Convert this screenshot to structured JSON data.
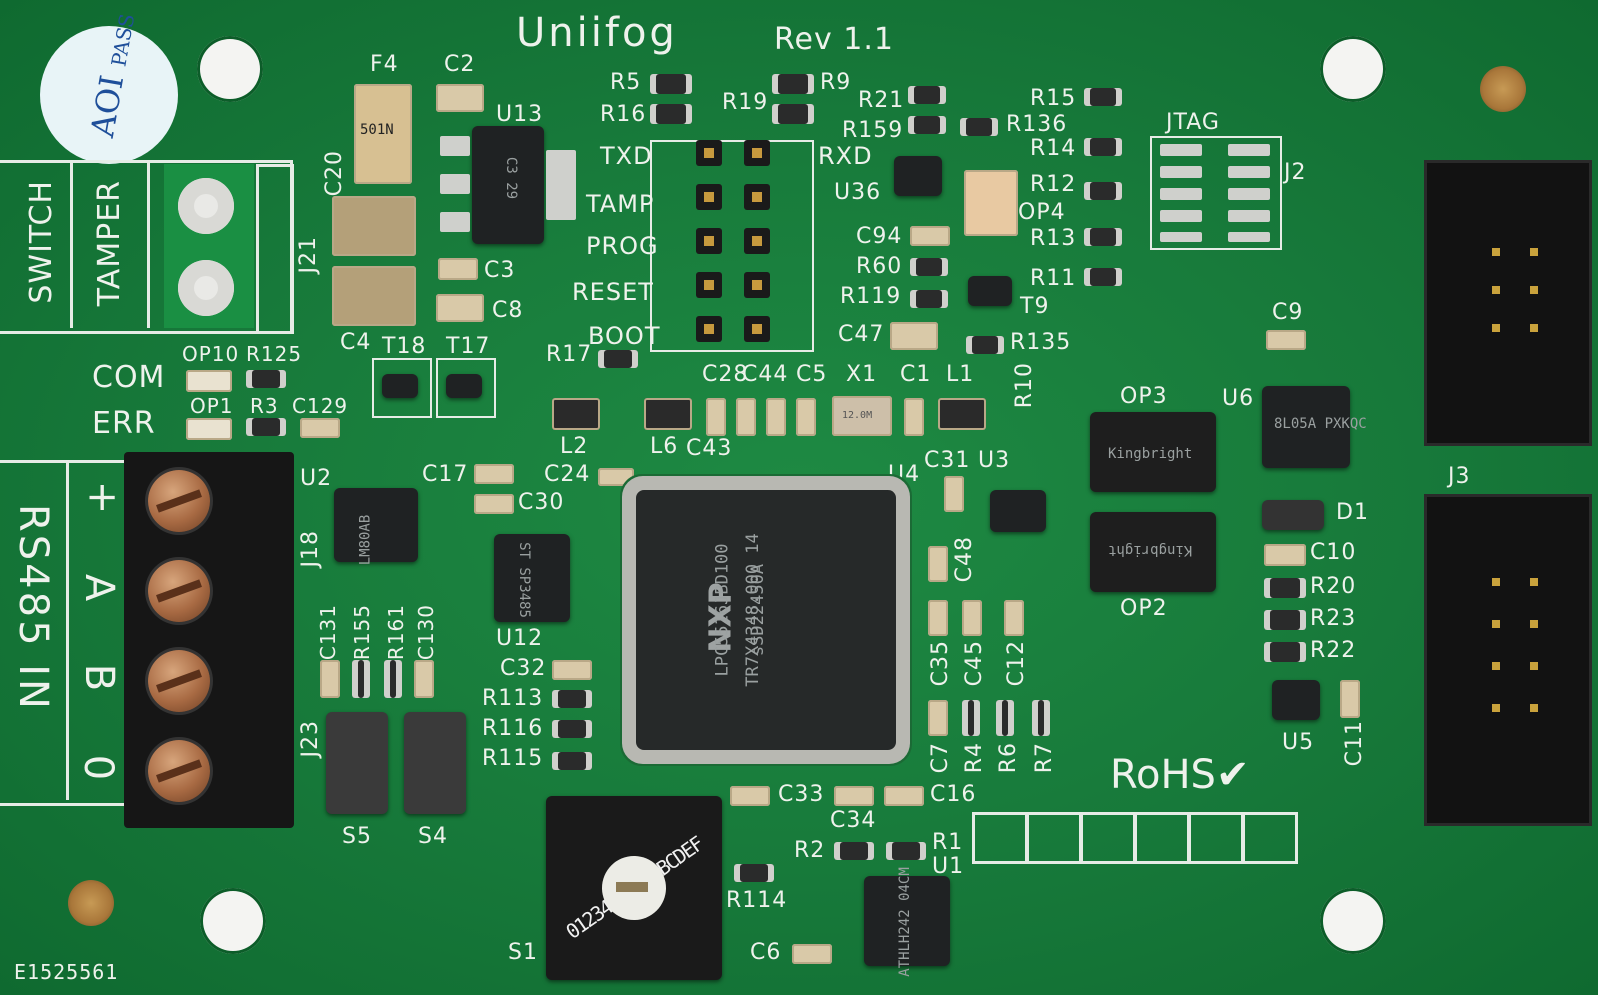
{
  "board": {
    "title": "Uniifog",
    "revision": "Rev 1.1",
    "serial": "E1525561",
    "rohs": "RoHS✔",
    "sticker": {
      "line1": "AOI",
      "line2": "PASS"
    },
    "colors": {
      "pcb": "#17793a",
      "silk": "#eef2ec",
      "gold": "#b8863f",
      "chip": "#1f2223"
    }
  },
  "labels": {
    "tamper_switch": [
      "TAMPER",
      "SWITCH"
    ],
    "com": "COM",
    "err": "ERR",
    "rs485_in": "RS485 IN",
    "rs485_pins": [
      "+",
      "A",
      "B",
      "0"
    ],
    "jtag": "JTAG",
    "header_rows": [
      "TXD",
      "TAMP",
      "PROG",
      "RESET",
      "BOOT"
    ],
    "rxd": "RXD"
  },
  "refdes": {
    "F4": "F4",
    "C2": "C2",
    "U13": "U13",
    "C20": "C20",
    "C3": "C3",
    "C8": "C8",
    "C4": "C4",
    "J21": "J21",
    "OP10": "OP10",
    "R125": "R125",
    "T18": "T18",
    "T17": "T17",
    "OP1": "OP1",
    "R3": "R3",
    "C129": "C129",
    "R5": "R5",
    "R9": "R9",
    "R16": "R16",
    "R19": "R19",
    "R17": "R17",
    "R21": "R21",
    "R15": "R15",
    "R159": "R159",
    "R136": "R136",
    "U36": "U36",
    "OP4": "OP4",
    "R14": "R14",
    "R12": "R12",
    "R13": "R13",
    "R11": "R11",
    "J2": "J2",
    "C94": "C94",
    "R60": "R60",
    "R119": "R119",
    "T9": "T9",
    "C47": "C47",
    "R135": "R135",
    "C9": "C9",
    "C28": "C28",
    "C44": "C44",
    "C5": "C5",
    "X1": "X1",
    "C1": "C1",
    "L1": "L1",
    "R10": "R10",
    "L2": "L2",
    "L6": "L6",
    "C43": "C43",
    "OP3": "OP3",
    "U6": "U6",
    "J3": "J3",
    "U2": "U2",
    "C17": "C17",
    "C24": "C24",
    "C30": "C30",
    "U4": "U4",
    "C31": "C31",
    "U3": "U3",
    "J18": "J18",
    "D1": "D1",
    "C10": "C10",
    "R20": "R20",
    "R23": "R23",
    "R22": "R22",
    "OP2": "OP2",
    "U12": "U12",
    "C48": "C48",
    "C32": "C32",
    "C131": "C131",
    "R155": "R155",
    "R161": "R161",
    "C130": "C130",
    "R113": "R113",
    "R116": "R116",
    "R115": "R115",
    "C35": "C35",
    "C45": "C45",
    "C12": "C12",
    "J23": "J23",
    "C7": "C7",
    "R4": "R4",
    "R6": "R6",
    "R7": "R7",
    "U5": "U5",
    "C11": "C11",
    "S5": "S5",
    "S4": "S4",
    "C33": "C33",
    "C16": "C16",
    "C34": "C34",
    "R2": "R2",
    "R1": "R1",
    "U1": "U1",
    "R114": "R114",
    "S1": "S1",
    "C6": "C6"
  },
  "chips": {
    "mcu": {
      "brand": "NXP",
      "line1": "LPC5516JBD100",
      "line2": "TR7X4348.000 14",
      "line3": "sSD22450A"
    },
    "u13": "C3 29",
    "u2": "LM80AB",
    "u12": "ST SP3485",
    "u1": "ATHLH242 04CM",
    "u6": "8L05A PXKQC",
    "op": "Kingbright",
    "f4": "501N",
    "x1": "12.0M"
  },
  "rotary_switch": {
    "digits": "0123456789ABCDEF"
  }
}
